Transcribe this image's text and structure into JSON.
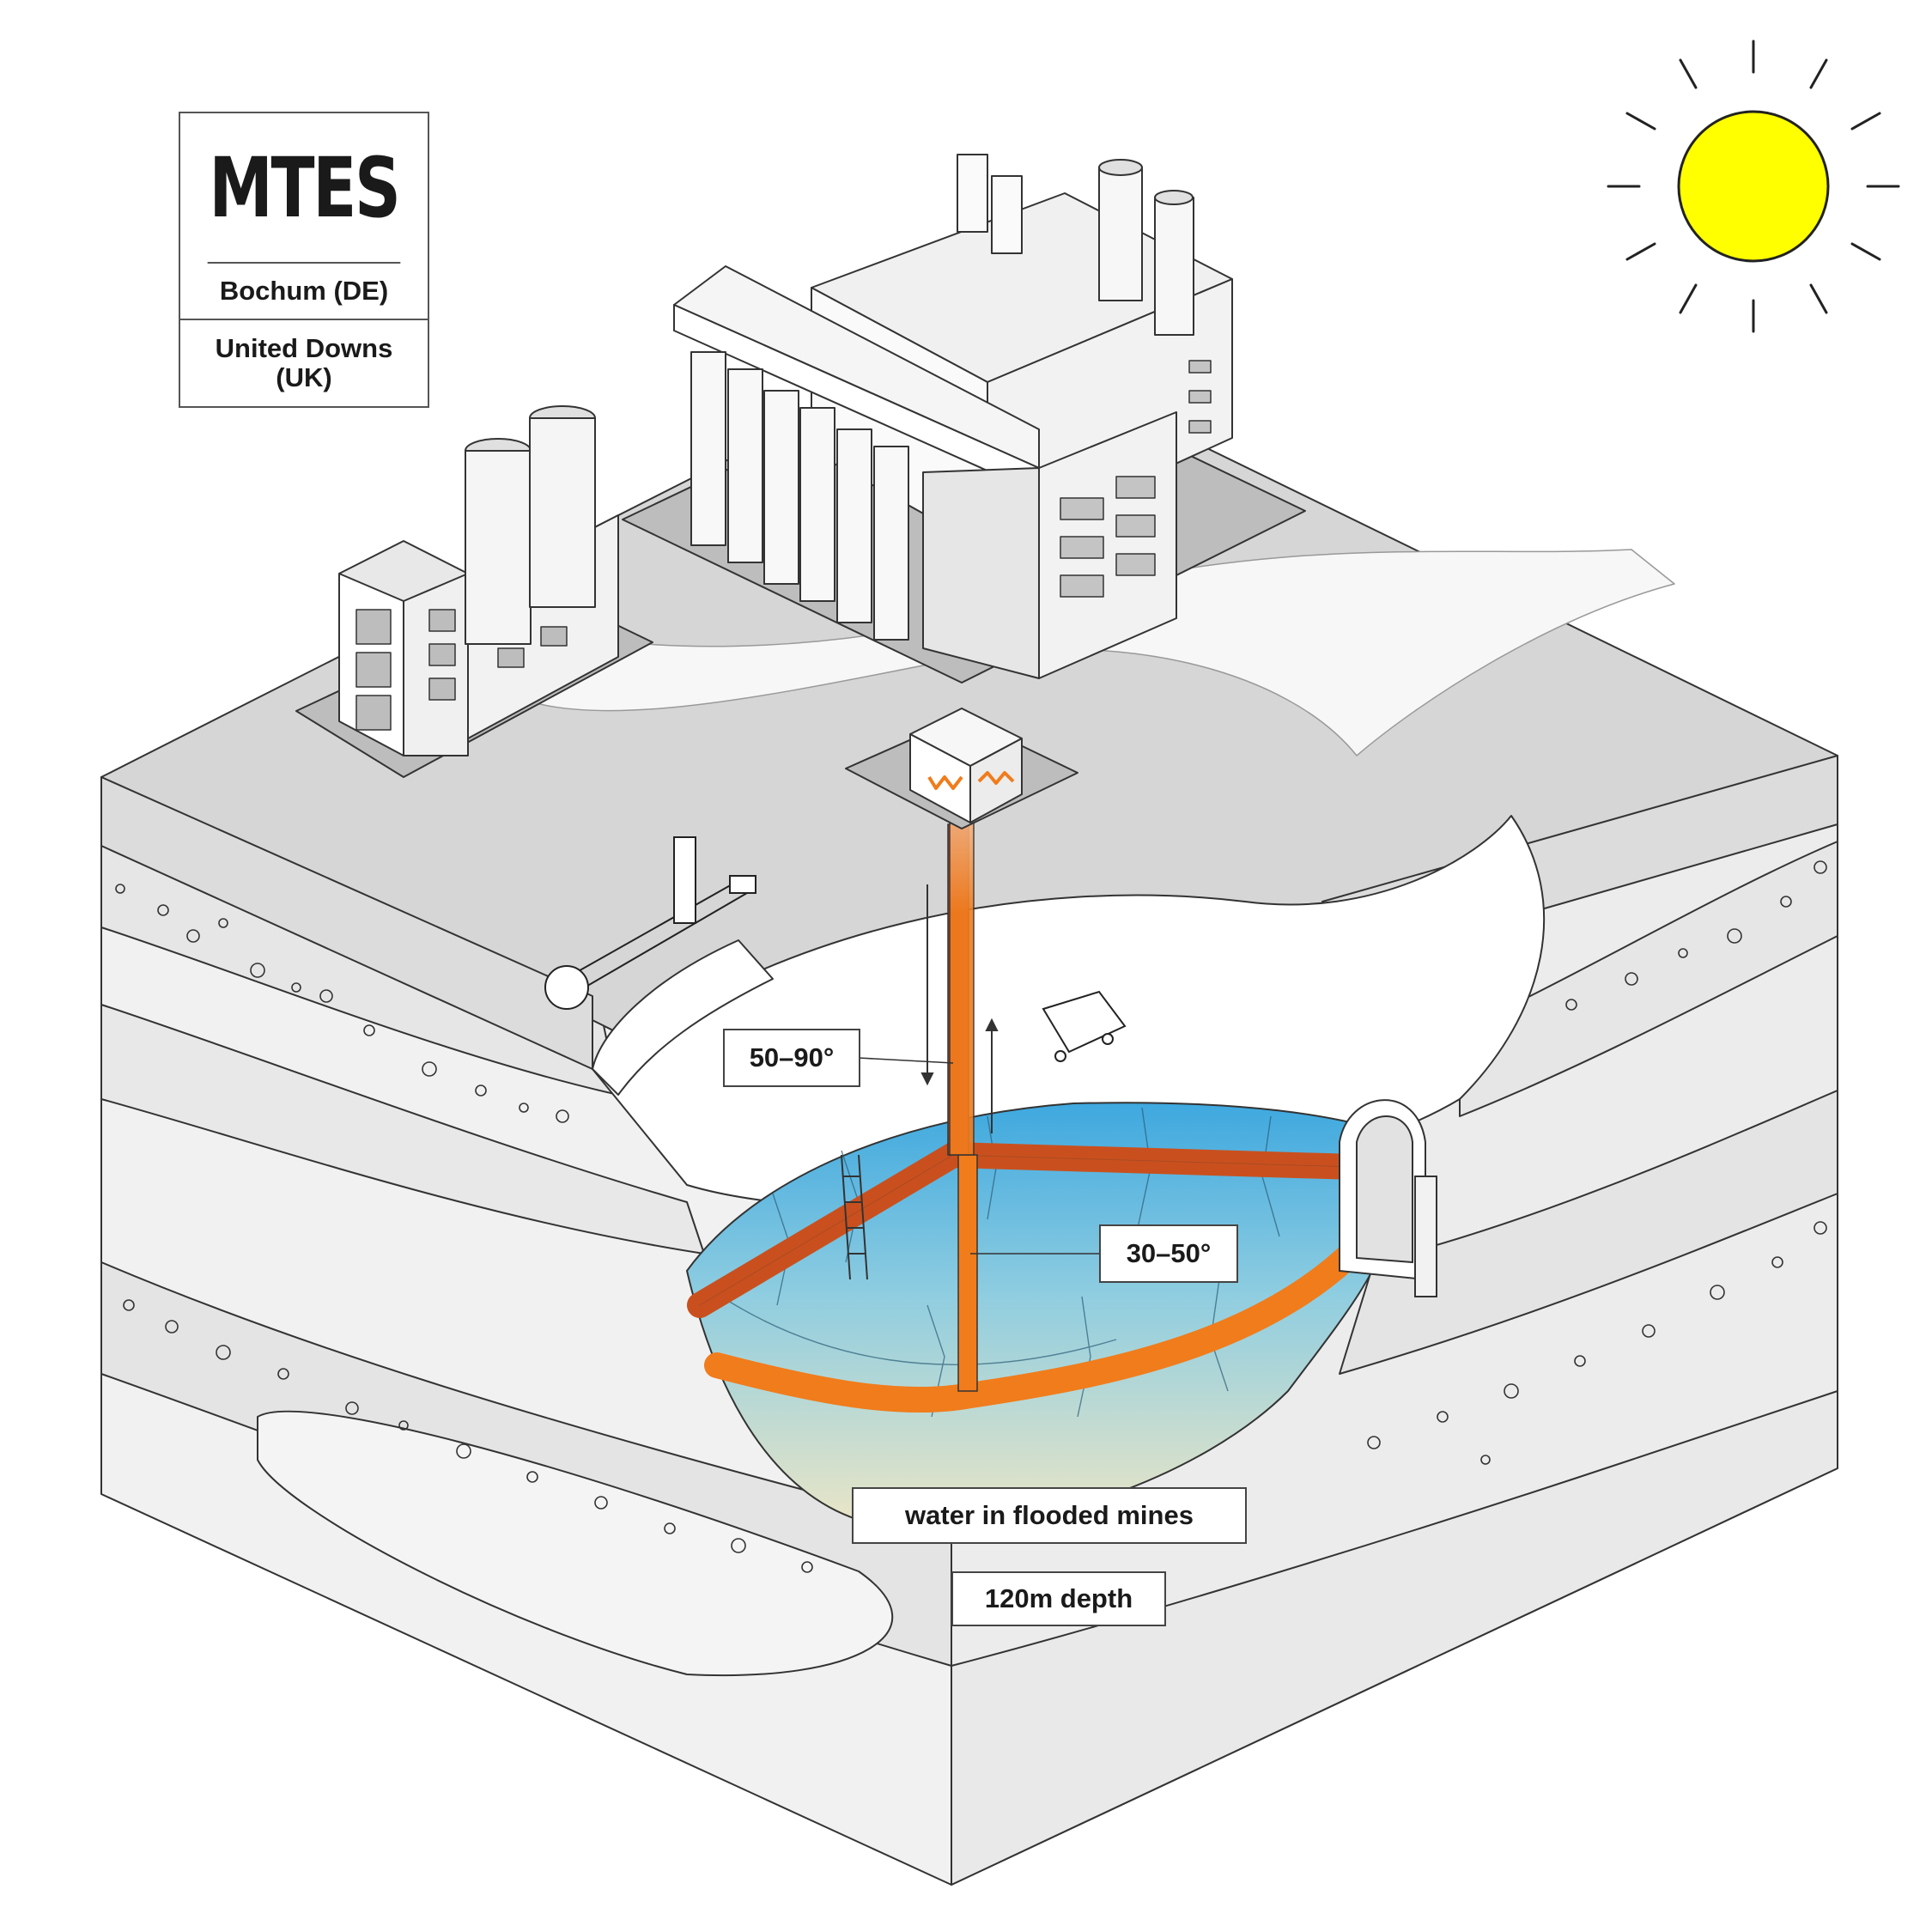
{
  "title_box": {
    "title": "MTES",
    "location_1": "Bochum (DE)",
    "location_2_line1": "United Downs",
    "location_2_line2": "(UK)"
  },
  "labels": {
    "hot_temp": "50–90°",
    "cool_temp": "30–50°",
    "water": "water in flooded mines",
    "depth": "120m depth"
  },
  "colors": {
    "sun": "#ffff00",
    "pipe": "#f07c1c",
    "pipe_hot": "#c9501e",
    "water_top": "#3ea8df",
    "water_bottom": "#e9e2bf",
    "ground": "#d6d6d6",
    "outline": "#333333"
  },
  "icons": [
    "sun-icon",
    "heat-exchanger-icon",
    "excavator-icon",
    "mine-cart-icon",
    "ladder-icon",
    "tunnel-icon"
  ]
}
